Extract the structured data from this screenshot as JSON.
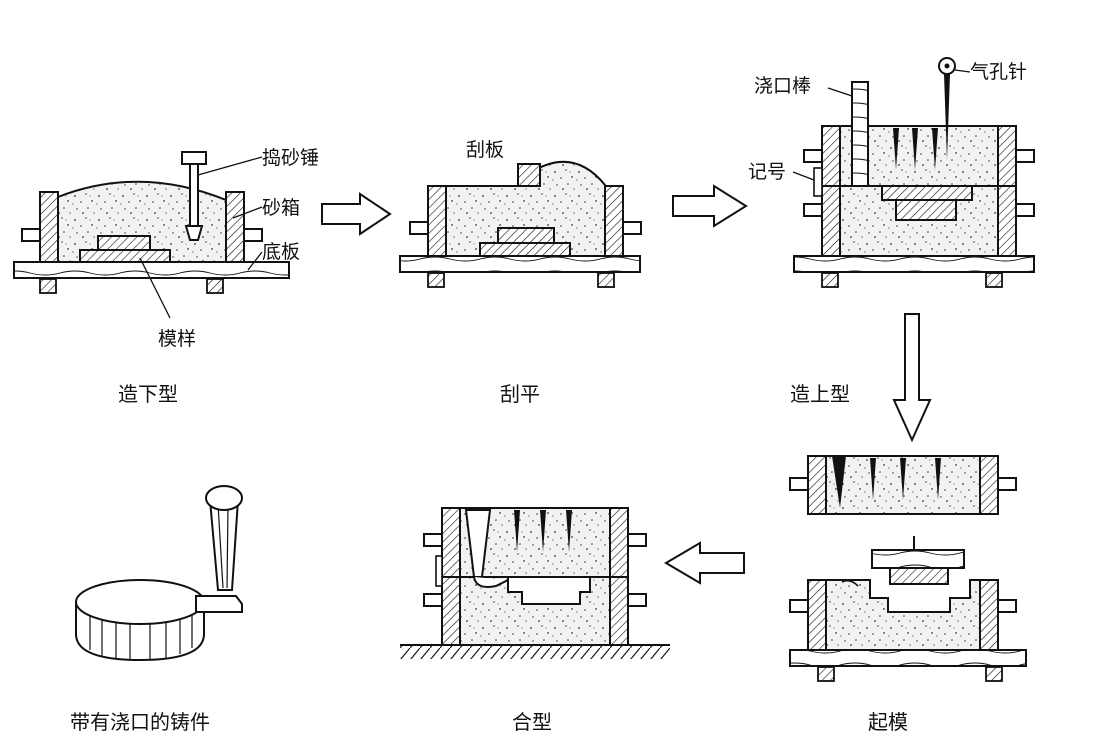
{
  "colors": {
    "ink": "#111111",
    "sand": "#f3f3f3",
    "background": "#ffffff"
  },
  "labels": {
    "rammer": "捣砂锤",
    "flask": "砂箱",
    "bottom_board": "底板",
    "pattern": "模样",
    "strickle": "刮板",
    "sprue_pin": "浇口棒",
    "vent_pin": "气孔针",
    "mark": "记号"
  },
  "captions": {
    "step1": "造下型",
    "step2": "刮平",
    "step3": "造上型",
    "step4": "起模",
    "step5": "合型",
    "step6": "带有浇口的铸件"
  },
  "arrows": [
    "right-arrow",
    "right-arrow",
    "down-arrow",
    "left-arrow"
  ]
}
